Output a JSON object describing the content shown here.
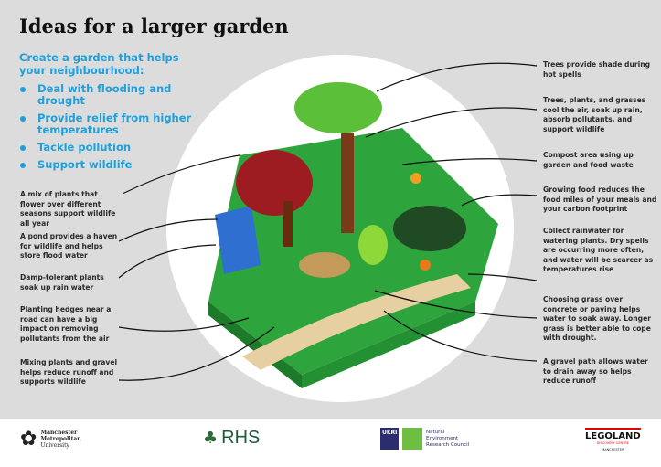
{
  "title": "Ideas for a larger garden",
  "subtitle": "Create a garden that helps your neighbourhood:",
  "bullets": [
    "Deal with flooding and drought",
    "Provide relief from higher temperatures",
    "Tackle pollution",
    "Support wildlife"
  ],
  "left_labels": [
    "A mix of plants that flower over different seasons support wildlife all year",
    "A pond provides a haven for wildlife and helps store flood water",
    "Damp-tolerant plants soak up rain water",
    "Planting hedges near a road can have a big impact on removing pollutants from the air",
    "Mixing plants and gravel helps reduce runoff and supports wildlife"
  ],
  "right_labels": [
    "Trees provide shade during hot spells",
    "Trees, plants, and grasses cool the air, soak up rain, absorb pollutants, and support wildlife",
    "Compost area using up garden and food waste",
    "Growing food reduces the food miles of your meals and your carbon footprint",
    "Collect rainwater for watering plants. Dry spells are occurring more often, and water will be scarcer as temperatures rise",
    "Choosing grass over concrete or paving helps water to soak away. Longer grass is better able to cope with drought.",
    "A gravel path allows water to drain away so helps reduce runoff"
  ],
  "logos": {
    "mmu": [
      "Manchester",
      "Metropolitan",
      "University"
    ],
    "rhs": "RHS",
    "ukri": [
      "Natural",
      "Environment",
      "Research Council"
    ],
    "ukri_mark": "UKRI",
    "legoland": "LEGOLAND",
    "legoland_sub": "DISCOVERY CENTRE",
    "legoland_city": "MANCHESTER"
  },
  "colors": {
    "accent": "#1ea0dc",
    "grass": "#2ea43c",
    "trunk": "#7a3a1a"
  }
}
